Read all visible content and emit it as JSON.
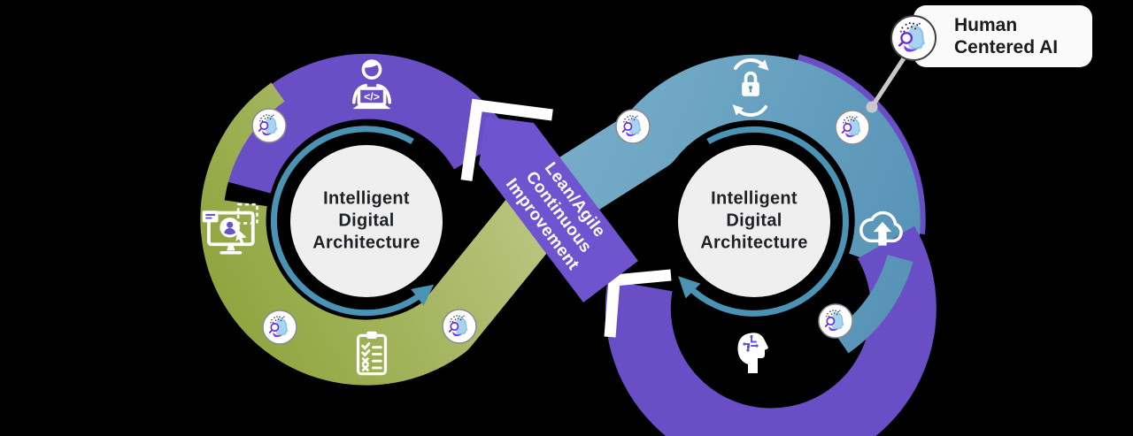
{
  "diagram": {
    "title": "Intelligent Digital Architecture infinity loop",
    "left_circle": {
      "lines": [
        "Intelligent",
        "Digital",
        "Architecture"
      ]
    },
    "right_circle": {
      "lines": [
        "Intelligent",
        "Digital",
        "Architecture"
      ]
    },
    "band": {
      "lines": [
        "Lean/Agile",
        "Continuous",
        "Improvement"
      ]
    },
    "callout": {
      "lines": [
        "Human",
        "Centered AI"
      ],
      "icon": "human-centered-ai-logo"
    },
    "icons": {
      "left_top": "developer-laptop-icon",
      "left_side": "user-interface-monitor-icon",
      "left_bottom": "checklist-clipboard-icon",
      "right_top": "secure-lock-sync-icon",
      "right_side": "cloud-upload-icon",
      "right_bottom": "ai-head-circuit-icon"
    },
    "badges": {
      "icon": "human-centered-ai-logo",
      "count": 6
    },
    "colors": {
      "purple": "#6A4EC6",
      "purple_band": "#7054CF",
      "green_dark": "#8EA43C",
      "green_light": "#C2CA8C",
      "blue_light": "#79AECA",
      "blue_deep": "#5693B6",
      "inner_arrow": "#4A93B5",
      "circle_fill": "#EFEFEF",
      "text_dark": "#1E2125",
      "band_text": "#FFFFFF",
      "connector": "#C9C9C9",
      "card_bg": "#FAFAFA"
    }
  }
}
